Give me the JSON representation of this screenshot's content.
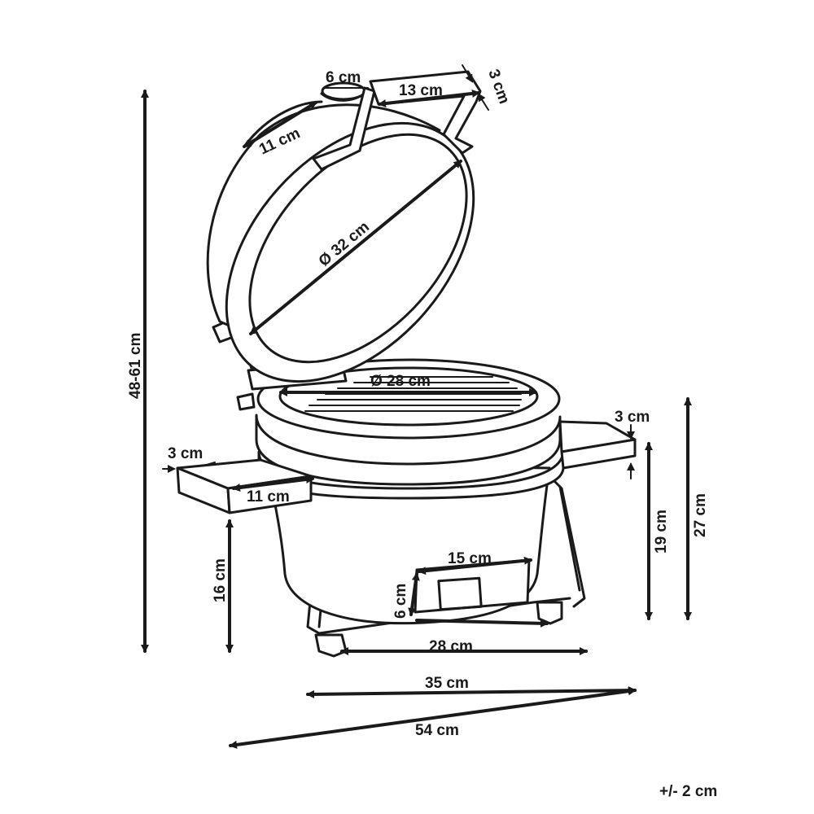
{
  "dimensions": {
    "lid_top_width": "6 cm",
    "handle_length": "13 cm",
    "handle_height": "3 cm",
    "lid_vent": "11 cm",
    "lid_diameter": "Ø 32 cm",
    "grill_diameter": "Ø 28 cm",
    "right_table_thickness": "3 cm",
    "left_table_thickness": "3 cm",
    "left_table_depth": "11 cm",
    "total_height": "48-61 cm",
    "left_table_height": "16 cm",
    "right_table_height": "19 cm",
    "body_height": "27 cm",
    "vent_width": "15 cm",
    "vent_height": "6 cm",
    "base_width": "28 cm",
    "body_width": "35 cm",
    "total_width": "54 cm"
  },
  "tolerance": "+/- 2 cm",
  "colors": {
    "line": "#1a1a1a",
    "background": "#ffffff"
  }
}
